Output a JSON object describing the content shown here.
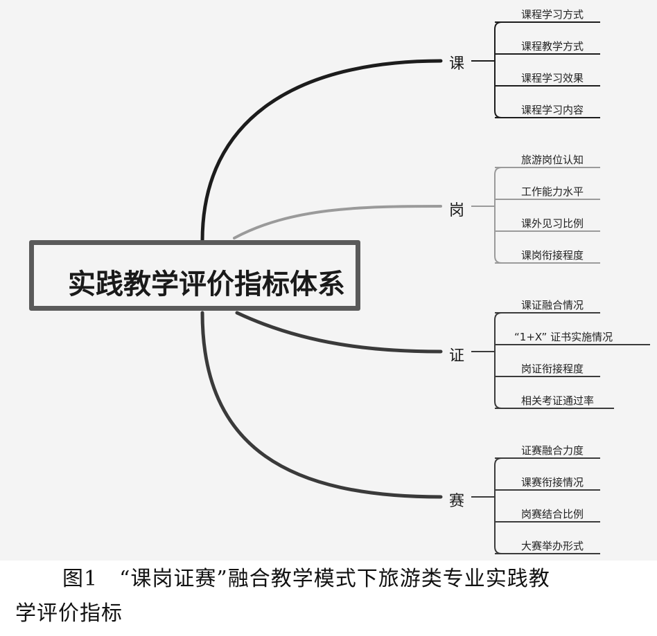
{
  "diagram": {
    "root": "实践教学评价指标体系",
    "branches": [
      {
        "label": "课",
        "color": "#1c1c1c",
        "items": [
          "课程学习方式",
          "课程教学方式",
          "课程学习效果",
          "课程学习内容"
        ]
      },
      {
        "label": "岗",
        "color": "#9a9a9a",
        "items": [
          "旅游岗位认知",
          "工作能力水平",
          "课外见习比例",
          "课岗衔接程度"
        ]
      },
      {
        "label": "证",
        "color": "#3a3a3a",
        "items": [
          "课证融合情况",
          "“1+X” 证书实施情况",
          "岗证衔接程度",
          "相关考证通过率"
        ]
      },
      {
        "label": "赛",
        "color": "#3a3a3a",
        "items": [
          "证赛融合力度",
          "课赛衔接情况",
          "岗赛结合比例",
          "大赛举办形式"
        ]
      }
    ]
  },
  "caption": {
    "line1": "图1　“课岗证赛”融合教学模式下旅游类专业实践教",
    "line2": "学评价指标"
  }
}
